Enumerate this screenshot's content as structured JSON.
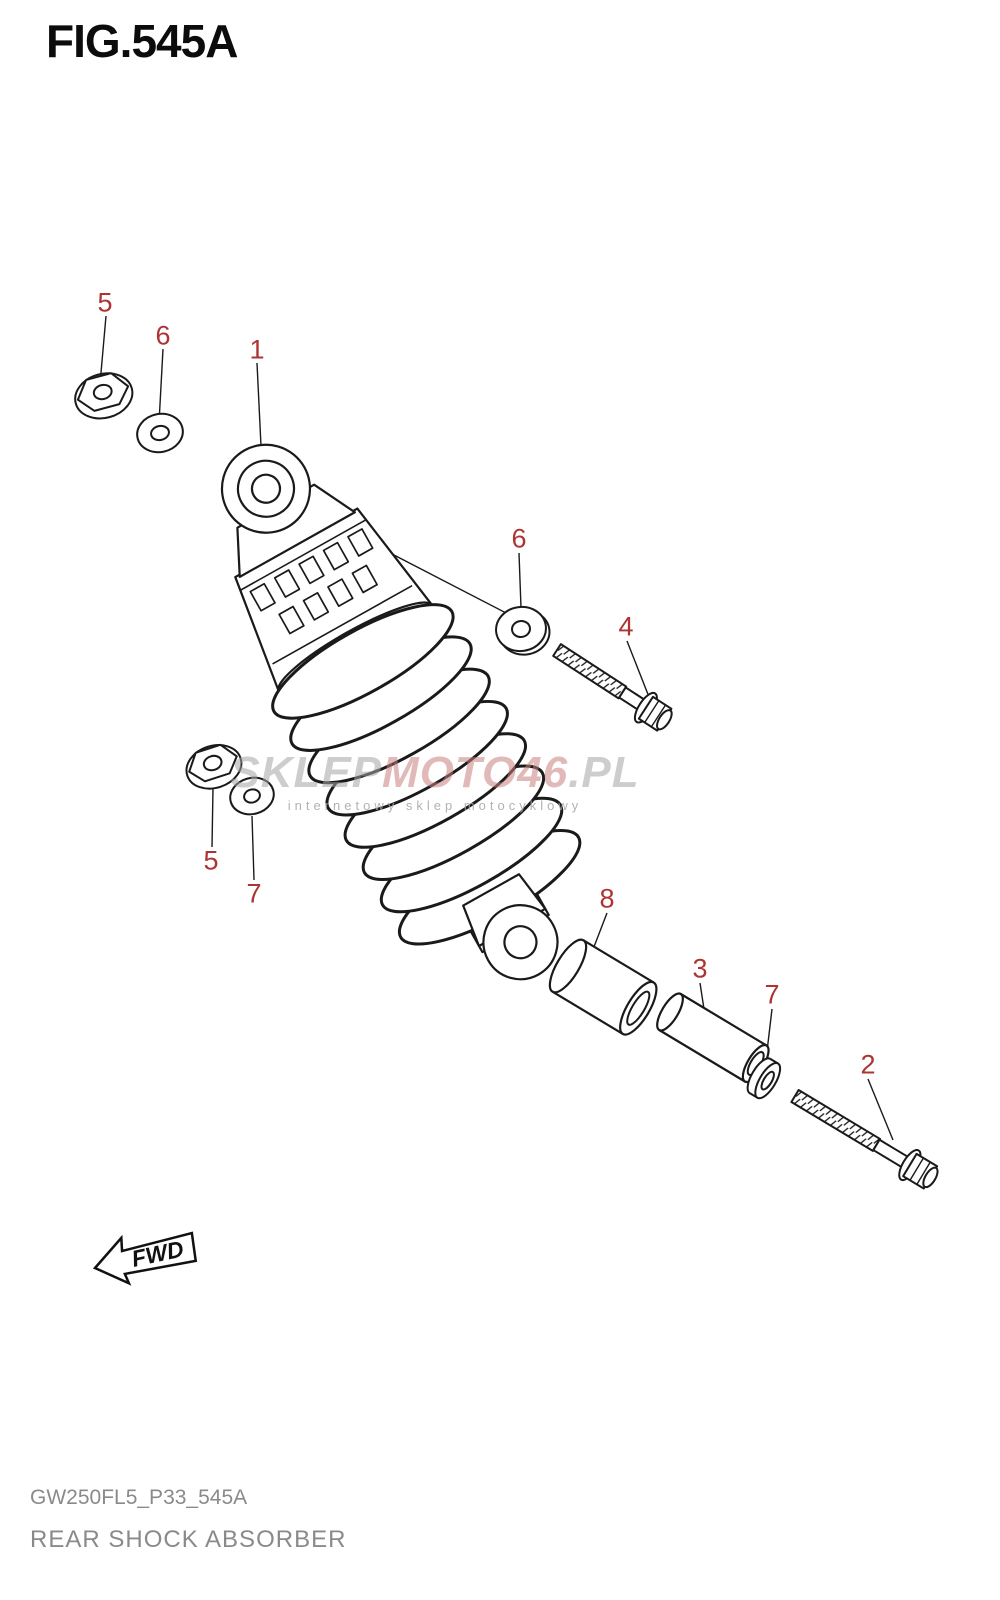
{
  "figure": {
    "title": "FIG.545A",
    "code": "GW250FL5_P33_545A",
    "name": "REAR SHOCK ABSORBER"
  },
  "fwd_label": "FWD",
  "watermark": {
    "brand_sklep": "SKLEP",
    "brand_moto": "MOTO",
    "brand_46": "46",
    "brand_pl": ".PL",
    "tagline": "internetowy sklep motocyklowy"
  },
  "callouts": [
    {
      "label": "5"
    },
    {
      "label": "6"
    },
    {
      "label": "1"
    },
    {
      "label": "6"
    },
    {
      "label": "4"
    },
    {
      "label": "5"
    },
    {
      "label": "7"
    },
    {
      "label": "8"
    },
    {
      "label": "3"
    },
    {
      "label": "7"
    },
    {
      "label": "2"
    }
  ],
  "colors": {
    "callout": "#ad3433",
    "footer": "#8a8a8a",
    "watermark_gray": "#a5a5a5",
    "watermark_red": "#c98080"
  }
}
